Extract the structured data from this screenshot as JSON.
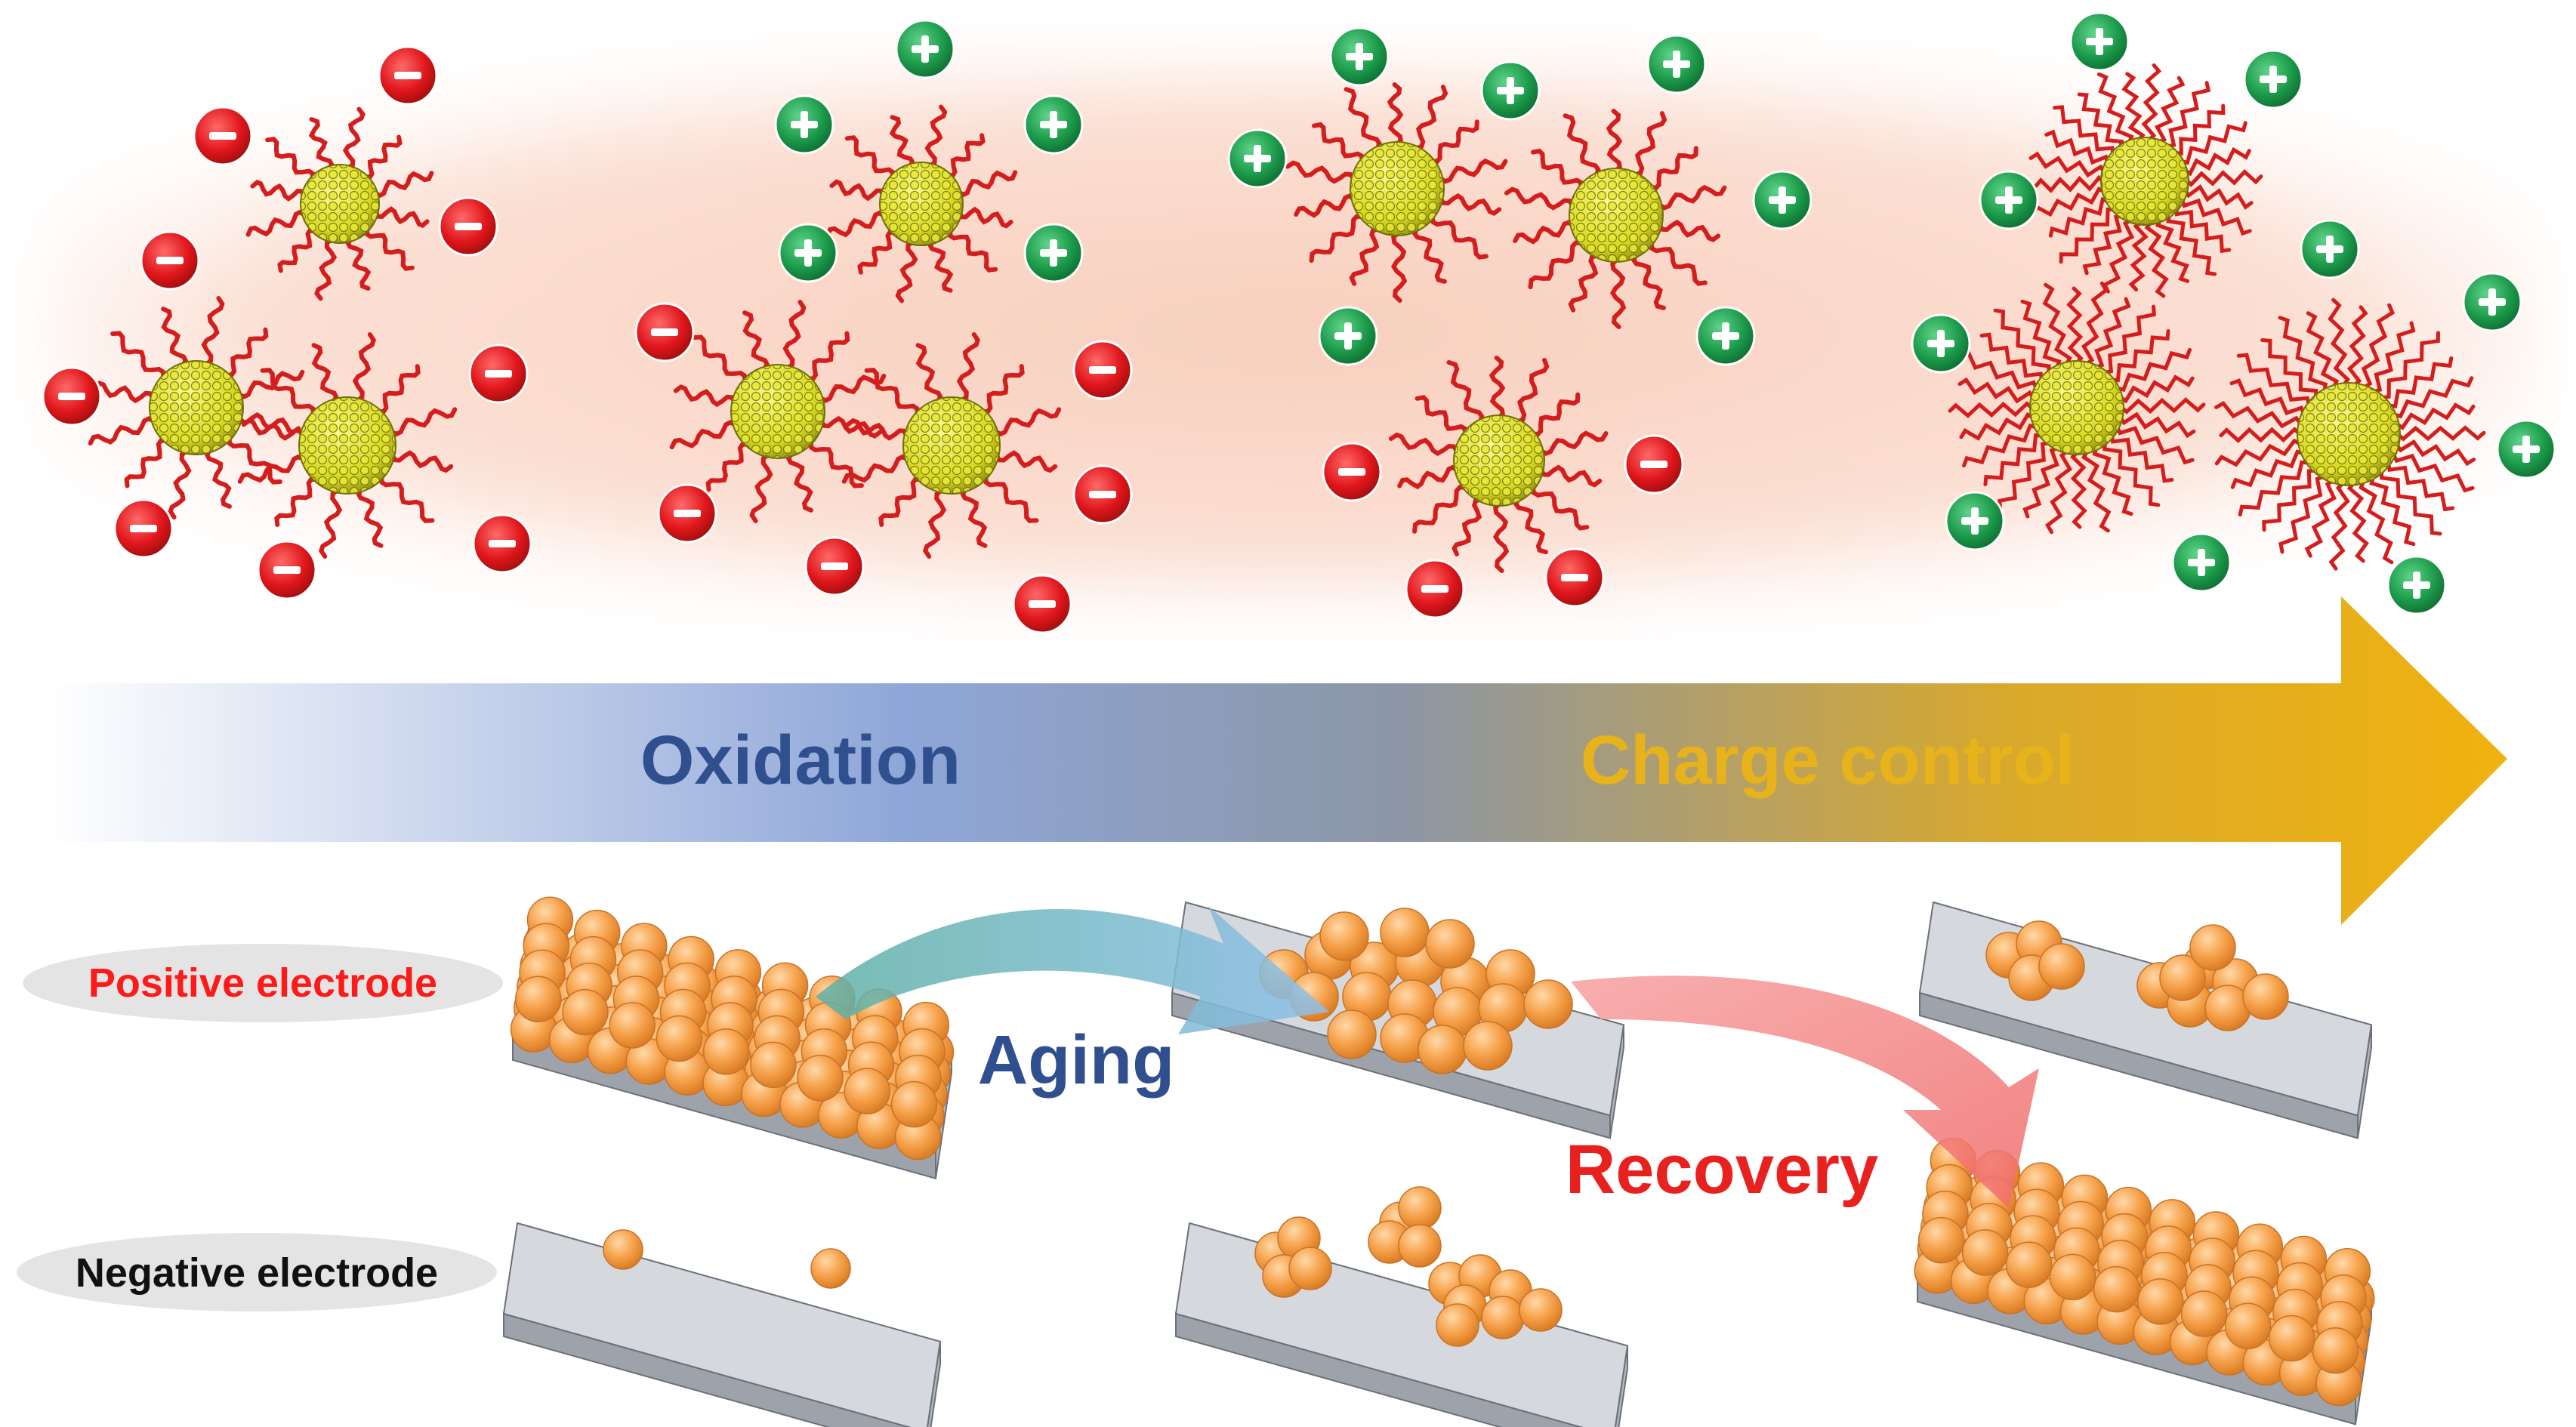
{
  "arrow": {
    "oxidation_label": "Oxidation",
    "charge_control_label": "Charge control"
  },
  "rows": {
    "positive_label": "Positive electrode",
    "negative_label": "Negative electrode"
  },
  "transitions": {
    "aging_label": "Aging",
    "recovery_label": "Recovery"
  },
  "ions": {
    "negative_symbol": "−",
    "positive_symbol": "+"
  },
  "colors": {
    "negative_ion": "#e0161b",
    "positive_ion": "#1c9b4a",
    "particle_core": "#e6e62a",
    "ligand": "#d41e1e",
    "halo": "#f9d3c4",
    "oxidation_text": "#2f4f8f",
    "charge_control_text": "#e8b21a",
    "positive_label_text": "#ff1a1a",
    "negative_label_text": "#111111",
    "aging_text": "#2f4f8f",
    "recovery_text": "#e8201e",
    "aging_arrow": "#6fb0e0",
    "recovery_arrow": "#f07a7a",
    "sphere": "#f6a14a",
    "electrode": "#c9ccd2"
  }
}
